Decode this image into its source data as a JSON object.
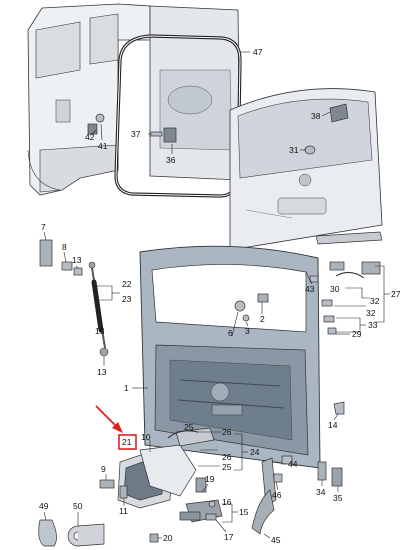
{
  "diagram": {
    "highlight": {
      "label": "21",
      "color": "#e02020"
    },
    "callouts": [
      {
        "id": "c47",
        "label": "47"
      },
      {
        "id": "c38",
        "label": "38"
      },
      {
        "id": "c42",
        "label": "42"
      },
      {
        "id": "c41",
        "label": "41"
      },
      {
        "id": "c37",
        "label": "37"
      },
      {
        "id": "c36",
        "label": "36"
      },
      {
        "id": "c31",
        "label": "31"
      },
      {
        "id": "c7",
        "label": "7"
      },
      {
        "id": "c8",
        "label": "8"
      },
      {
        "id": "c13a",
        "label": "13"
      },
      {
        "id": "c22",
        "label": "22"
      },
      {
        "id": "c23",
        "label": "23"
      },
      {
        "id": "c18",
        "label": "18"
      },
      {
        "id": "c13b",
        "label": "13"
      },
      {
        "id": "c6",
        "label": "6"
      },
      {
        "id": "c3",
        "label": "3"
      },
      {
        "id": "c2",
        "label": "2"
      },
      {
        "id": "c43",
        "label": "43"
      },
      {
        "id": "c30",
        "label": "30"
      },
      {
        "id": "c32a",
        "label": "32"
      },
      {
        "id": "c27",
        "label": "27"
      },
      {
        "id": "c32b",
        "label": "32"
      },
      {
        "id": "c33",
        "label": "33"
      },
      {
        "id": "c29",
        "label": "29"
      },
      {
        "id": "c1",
        "label": "1"
      },
      {
        "id": "c25a",
        "label": "25"
      },
      {
        "id": "c21",
        "label": "21"
      },
      {
        "id": "c10",
        "label": "10"
      },
      {
        "id": "c26a",
        "label": "26"
      },
      {
        "id": "c24",
        "label": "24"
      },
      {
        "id": "c26b",
        "label": "26"
      },
      {
        "id": "c25b",
        "label": "25"
      },
      {
        "id": "c14",
        "label": "14"
      },
      {
        "id": "c9",
        "label": "9"
      },
      {
        "id": "c11",
        "label": "11"
      },
      {
        "id": "c19",
        "label": "19"
      },
      {
        "id": "c16",
        "label": "16"
      },
      {
        "id": "c15",
        "label": "15"
      },
      {
        "id": "c17",
        "label": "17"
      },
      {
        "id": "c20",
        "label": "20"
      },
      {
        "id": "c46",
        "label": "46"
      },
      {
        "id": "c34",
        "label": "34"
      },
      {
        "id": "c35",
        "label": "35"
      },
      {
        "id": "c44",
        "label": "44"
      },
      {
        "id": "c45",
        "label": "45"
      },
      {
        "id": "c49",
        "label": "49"
      },
      {
        "id": "c50",
        "label": "50"
      }
    ]
  }
}
